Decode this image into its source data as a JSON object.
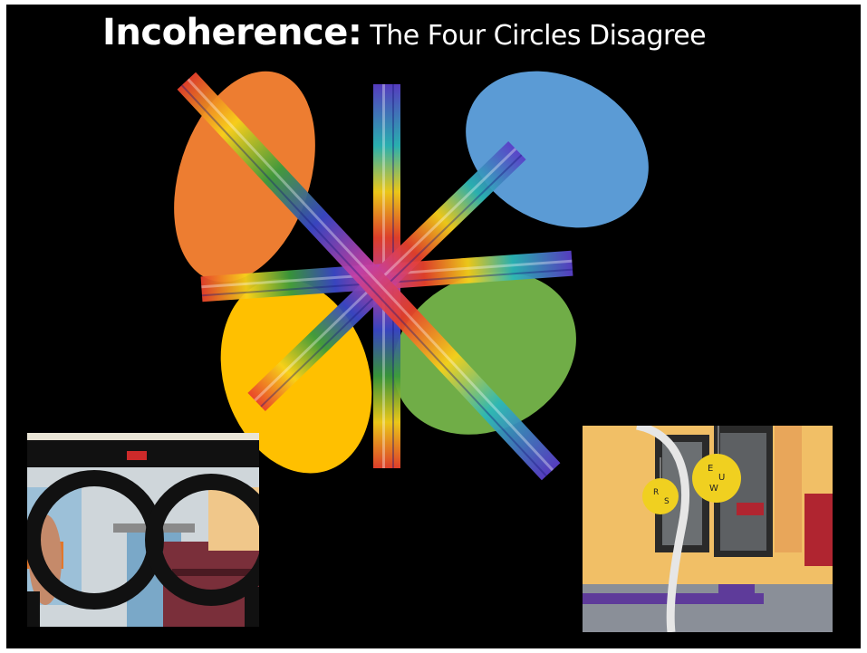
{
  "title": {
    "strong": "Incoherence:",
    "rest": " The Four Circles Disagree"
  },
  "colors": {
    "background": "#000000",
    "circle_orange": "#ED7D31",
    "circle_blue": "#5B9BD5",
    "circle_yellow": "#FFC000",
    "circle_green": "#70AD47"
  },
  "photos": {
    "left": "photo of oversized novelty eyeglasses in front of a waiting room",
    "right": "photo of yellow letter balls hanging in a vision therapy room"
  }
}
